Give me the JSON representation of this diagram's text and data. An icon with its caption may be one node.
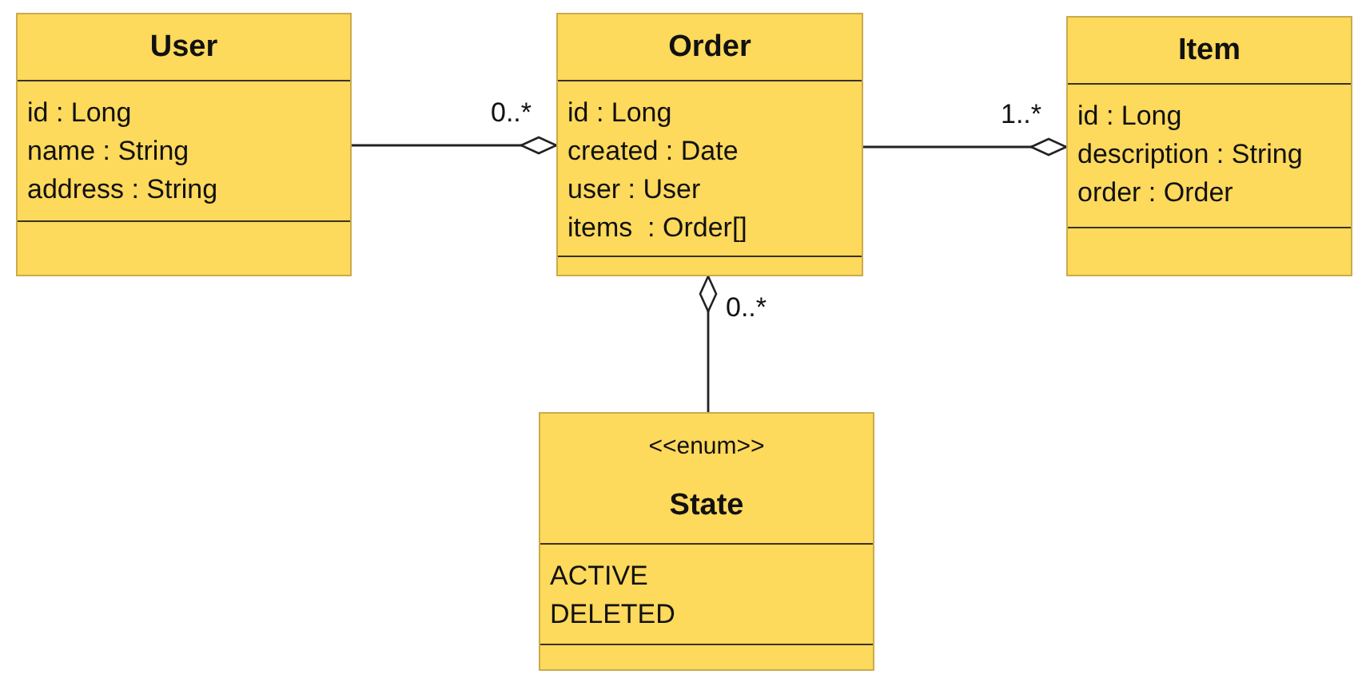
{
  "diagram": {
    "nodes": [
      {
        "text": [
          "User",
          "id : Long",
          "name : String",
          "address : String"
        ]
      },
      {
        "text": [
          "Order",
          "id : Long",
          "created : Date",
          "user : User",
          "items  : Order[]"
        ]
      },
      {
        "text": [
          "Item",
          "id : Long",
          "description : String",
          "order : Order"
        ]
      },
      {
        "text": [
          "<<enum>>",
          "State",
          "ACTIVE",
          "DELETED"
        ]
      }
    ],
    "edges": [
      {
        "from": 0,
        "to": 1,
        "arrow": "other",
        "label": "0..*"
      },
      {
        "from": 1,
        "to": 2,
        "arrow": "other",
        "label": "1..*"
      },
      {
        "from": 3,
        "to": 1,
        "arrow": "other",
        "label": "0..*"
      }
    ]
  }
}
